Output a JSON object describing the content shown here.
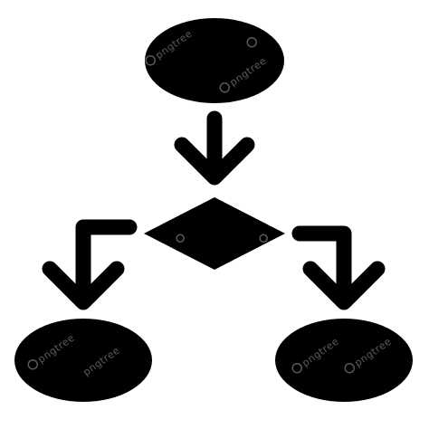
{
  "diagram": {
    "type": "flowchart-icon",
    "ink_color": "#000000",
    "background_color": "#ffffff",
    "nodes": [
      {
        "id": "start",
        "shape": "ellipse"
      },
      {
        "id": "decision",
        "shape": "diamond"
      },
      {
        "id": "left-outcome",
        "shape": "ellipse"
      },
      {
        "id": "right-outcome",
        "shape": "ellipse"
      }
    ],
    "edges": [
      {
        "from": "start",
        "to": "decision",
        "style": "chevron-arrow"
      },
      {
        "from": "decision",
        "to": "left-outcome",
        "style": "elbow-chevron-arrow"
      },
      {
        "from": "decision",
        "to": "right-outcome",
        "style": "elbow-chevron-arrow"
      }
    ]
  },
  "watermark": {
    "text": "pngtree",
    "icon": "pngtree-logo-icon",
    "color": "#ffffff",
    "opacity": 0.35
  }
}
